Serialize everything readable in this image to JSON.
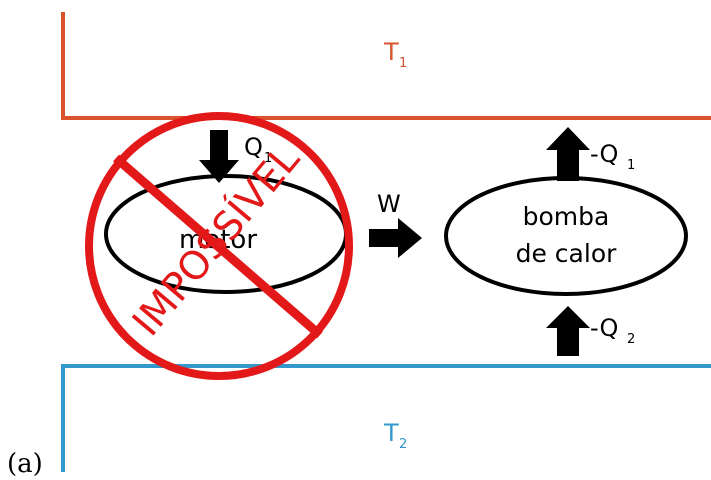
{
  "panel_label": "(a)",
  "reservoirs": {
    "hot": {
      "label": "T",
      "subscript": "1",
      "color": "#d9532c"
    },
    "cold": {
      "label": "T",
      "subscript": "2",
      "color": "#3399cc"
    }
  },
  "engine": {
    "label": "motor",
    "heat_in": {
      "label": "Q",
      "subscript": "1"
    }
  },
  "work": {
    "label": "W"
  },
  "heat_pump": {
    "label_line1": "bomba",
    "label_line2": "de calor",
    "heat_out_top": {
      "label": "-Q",
      "subscript": "1"
    },
    "heat_in_bottom": {
      "label": "-Q",
      "subscript": "2"
    }
  },
  "prohibition": {
    "text": "IMPOSSÍVEL",
    "color": "#e31919"
  }
}
